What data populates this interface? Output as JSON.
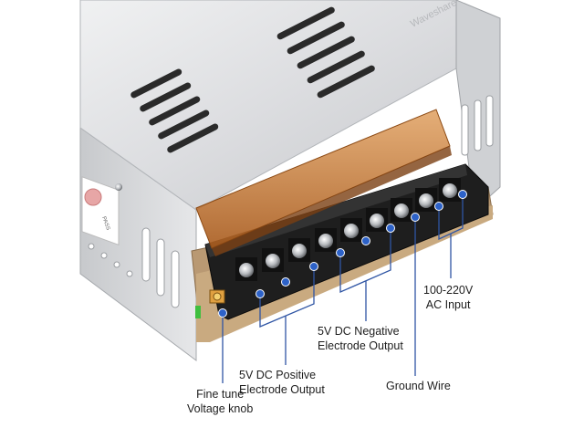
{
  "callouts": {
    "ac_input": {
      "line1": "100-220V",
      "line2": "AC Input"
    },
    "negative": {
      "line1": "5V DC Negative",
      "line2": "Electrode Output"
    },
    "positive": {
      "line1": "5V DC Positive",
      "line2": "Electrode Output"
    },
    "ground": {
      "line1": "Ground Wire"
    },
    "knob": {
      "line1": "Fine tune",
      "line2": "Voltage knob"
    }
  },
  "device_markings": {
    "brand_text": "Waveshare",
    "pass_sticker": "PASS"
  },
  "terminal_count": 9,
  "colors": {
    "housing": "#d9dadc",
    "housing_dark": "#9ea2a6",
    "terminal_block": "#1e1e1e",
    "cover": "#c8782f",
    "callout_line": "#2f55a4",
    "callout_dot": "#2d62c8",
    "pcb": "#b3916b"
  }
}
